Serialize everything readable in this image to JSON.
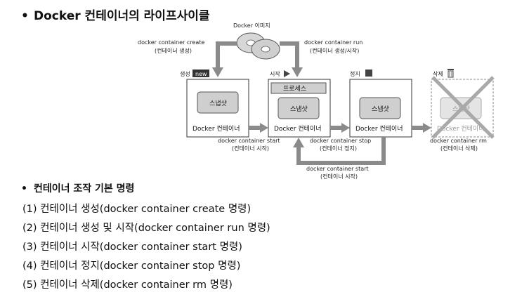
{
  "title": "Docker 컨테이너의 라이프사이클",
  "diagram": {
    "image_label": "Docker 이미지",
    "create_cmd": "docker container create",
    "create_desc": "(컨테이너 생성)",
    "run_cmd": "docker container run",
    "run_desc": "(컨테이너 생성/시작)",
    "state_new": "생성",
    "new_badge": "new",
    "state_start": "시작",
    "state_stop": "정지",
    "state_delete": "삭제",
    "process_label": "프로세스",
    "snapshot_label": "스냅샷",
    "container_label": "Docker 컨테이너",
    "start_cmd": "docker container start",
    "start_desc": "(컨테이너 시작)",
    "stop_cmd": "docker container stop",
    "stop_desc": "(컨테이너 정지)",
    "restart_cmd": "docker container start",
    "restart_desc": "(컨테이너 시작)",
    "rm_cmd": "docker container rm",
    "rm_desc": "(컨테이너 삭제)"
  },
  "section_title": "컨테이너 조작 기본 명령",
  "commands": [
    "(1) 컨테이너 생성(docker container create 명령)",
    "(2) 컨테이너 생성 및 시작(docker container run 명령)",
    "(3) 컨테이너 시작(docker container start 명령)",
    "(4) 컨테이너 정지(docker container stop 명령)",
    "(5) 컨테이너 삭제(docker container rm 명령)"
  ],
  "bullet": "•",
  "colors": {
    "arrow": "#8a8a8a",
    "box_border": "#333333",
    "snapshot_fill": "#cfcfcf",
    "x_mark": "#a9a9a9"
  }
}
